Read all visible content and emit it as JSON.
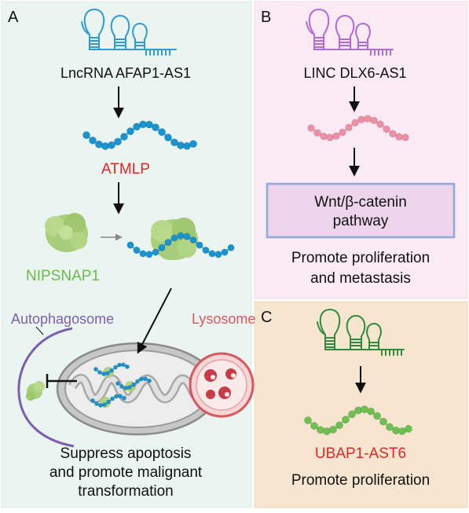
{
  "panels": {
    "a": {
      "letter": "A",
      "lncrna_label": "LncRNA AFAP1-AS1",
      "peptide_label": "ATMLP",
      "protein_label": "NIPSNAP1",
      "autophagosome_label": "Autophagosome",
      "lysosome_label": "Lysosome",
      "outcome_line1": "Suppress apoptosis",
      "outcome_line2": "and promote malignant",
      "outcome_line3": "transformation"
    },
    "b": {
      "letter": "B",
      "lncrna_label": "LINC DLX6-AS1",
      "pathway_line1": "Wnt/β-catenin",
      "pathway_line2": "pathway",
      "outcome_line1": "Promote proliferation",
      "outcome_line2": "and metastasis"
    },
    "c": {
      "letter": "C",
      "peptide_label": "UBAP1-AST6",
      "outcome": "Promote proliferation"
    }
  },
  "colors": {
    "panel_a_bg": "#eaf4f0",
    "panel_b_bg": "#f9eaf4",
    "panel_c_bg": "#f7e6cf",
    "rna_a": "#2e9bd6",
    "rna_b": "#b36ad8",
    "rna_c": "#2f8a3c",
    "peptide_a": "#1a93d1",
    "peptide_b": "#ef8fa6",
    "peptide_c": "#6fbf52",
    "red_label": "#e02626",
    "green_label": "#6cb94b",
    "autophagosome": "#7c5fb0",
    "lysosome": "#d9575f",
    "pathway_box_fill": "#ecd5ea",
    "pathway_box_stroke": "#8fa9d8"
  },
  "icons": [
    "rna-hairpin-icon",
    "peptide-chain-icon",
    "protein-blob-icon",
    "mitochondrion-icon",
    "autophagosome-icon",
    "lysosome-icon",
    "arrow-down-icon",
    "inhibition-icon"
  ]
}
